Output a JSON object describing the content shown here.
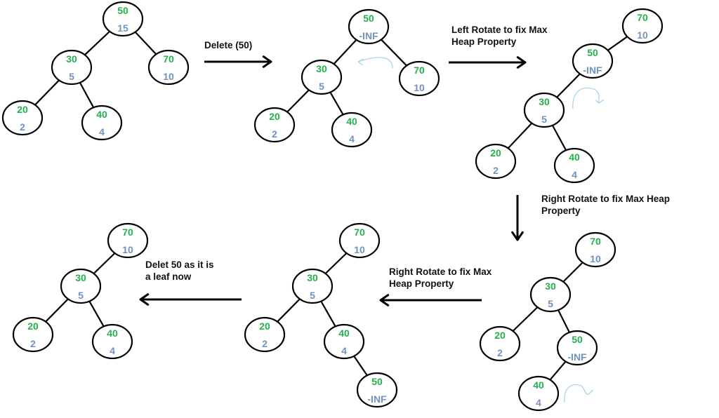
{
  "title": "Deleting a node from a Treap",
  "colors": {
    "key": "#22b14c",
    "priority": "#7092be",
    "stroke": "#000000"
  },
  "steps": [
    {
      "label": "Delete (50)"
    },
    {
      "label": "Left Rotate to fix Max\nHeap Property"
    },
    {
      "label": "Right Rotate to fix Max Heap\nProperty"
    },
    {
      "label": "Right Rotate to fix Max\nHeap Property"
    },
    {
      "label": "Delet 50 as it is\na leaf now"
    }
  ],
  "trees": [
    {
      "name": "initial",
      "nodes": [
        {
          "id": "a",
          "key": "50",
          "priority": "15"
        },
        {
          "id": "b",
          "key": "30",
          "priority": "5"
        },
        {
          "id": "c",
          "key": "70",
          "priority": "10"
        },
        {
          "id": "d",
          "key": "20",
          "priority": "2"
        },
        {
          "id": "e",
          "key": "40",
          "priority": "4"
        }
      ],
      "edges": [
        [
          "a",
          "b"
        ],
        [
          "a",
          "c"
        ],
        [
          "b",
          "d"
        ],
        [
          "b",
          "e"
        ]
      ]
    },
    {
      "name": "priority-set-to-minus-inf",
      "nodes": [
        {
          "id": "a",
          "key": "50",
          "priority": "-INF"
        },
        {
          "id": "b",
          "key": "30",
          "priority": "5"
        },
        {
          "id": "c",
          "key": "70",
          "priority": "10"
        },
        {
          "id": "d",
          "key": "20",
          "priority": "2"
        },
        {
          "id": "e",
          "key": "40",
          "priority": "4"
        }
      ],
      "edges": [
        [
          "a",
          "b"
        ],
        [
          "a",
          "c"
        ],
        [
          "b",
          "d"
        ],
        [
          "b",
          "e"
        ]
      ]
    },
    {
      "name": "after-left-rotate",
      "nodes": [
        {
          "id": "c",
          "key": "70",
          "priority": "10"
        },
        {
          "id": "a",
          "key": "50",
          "priority": "-INF"
        },
        {
          "id": "b",
          "key": "30",
          "priority": "5"
        },
        {
          "id": "d",
          "key": "20",
          "priority": "2"
        },
        {
          "id": "e",
          "key": "40",
          "priority": "4"
        }
      ],
      "edges": [
        [
          "c",
          "a"
        ],
        [
          "a",
          "b"
        ],
        [
          "b",
          "d"
        ],
        [
          "b",
          "e"
        ]
      ]
    },
    {
      "name": "after-first-right-rotate",
      "nodes": [
        {
          "id": "c",
          "key": "70",
          "priority": "10"
        },
        {
          "id": "b",
          "key": "30",
          "priority": "5"
        },
        {
          "id": "d",
          "key": "20",
          "priority": "2"
        },
        {
          "id": "a",
          "key": "50",
          "priority": "-INF"
        },
        {
          "id": "e",
          "key": "40",
          "priority": "4"
        }
      ],
      "edges": [
        [
          "c",
          "b"
        ],
        [
          "b",
          "d"
        ],
        [
          "b",
          "a"
        ],
        [
          "a",
          "e"
        ]
      ]
    },
    {
      "name": "after-second-right-rotate",
      "nodes": [
        {
          "id": "c",
          "key": "70",
          "priority": "10"
        },
        {
          "id": "b",
          "key": "30",
          "priority": "5"
        },
        {
          "id": "d",
          "key": "20",
          "priority": "2"
        },
        {
          "id": "e",
          "key": "40",
          "priority": "4"
        },
        {
          "id": "a",
          "key": "50",
          "priority": "-INF"
        }
      ],
      "edges": [
        [
          "c",
          "b"
        ],
        [
          "b",
          "d"
        ],
        [
          "b",
          "e"
        ],
        [
          "e",
          "a"
        ]
      ]
    },
    {
      "name": "final",
      "nodes": [
        {
          "id": "c",
          "key": "70",
          "priority": "10"
        },
        {
          "id": "b",
          "key": "30",
          "priority": "5"
        },
        {
          "id": "d",
          "key": "20",
          "priority": "2"
        },
        {
          "id": "e",
          "key": "40",
          "priority": "4"
        }
      ],
      "edges": [
        [
          "c",
          "b"
        ],
        [
          "b",
          "d"
        ],
        [
          "b",
          "e"
        ]
      ]
    }
  ]
}
